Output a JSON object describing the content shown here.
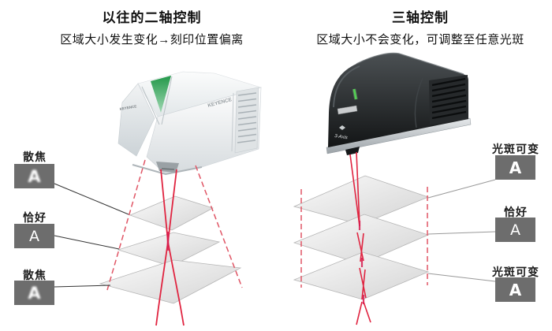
{
  "left_panel": {
    "title": "以往的二轴控制",
    "subtitle": "区域大小发生变化→刻印位置偏离",
    "machine": {
      "brand_side": "KEYENCE",
      "brand_front": "KEYENCE"
    },
    "labels": [
      {
        "text": "散焦",
        "sample": "A",
        "style": "blurred"
      },
      {
        "text": "恰好",
        "sample": "A",
        "style": "sharp-thin"
      },
      {
        "text": "散焦",
        "sample": "A",
        "style": "blurred"
      }
    ]
  },
  "right_panel": {
    "title": "三轴控制",
    "subtitle": "区域大小不会变化，可调整至任意光斑",
    "machine": {
      "brand_front": "3-Axis"
    },
    "labels": [
      {
        "text": "光斑可变",
        "sample": "A",
        "style": "sharp-bold"
      },
      {
        "text": "恰好",
        "sample": "A",
        "style": "sharp-thin"
      },
      {
        "text": "光斑可变",
        "sample": "A",
        "style": "sharp-bold"
      }
    ]
  },
  "colors": {
    "laser_red": "#e02440",
    "laser_highlight": "#d81b4f",
    "guide_dash_red": "#e05565",
    "label_box_bg": "#6d6d6d",
    "label_sample_color": "#ffffff",
    "connector_left": "#333333",
    "connector_right": "#999999",
    "machine_green_accent": "#2fa352",
    "machine_led_green": "#52d352"
  }
}
